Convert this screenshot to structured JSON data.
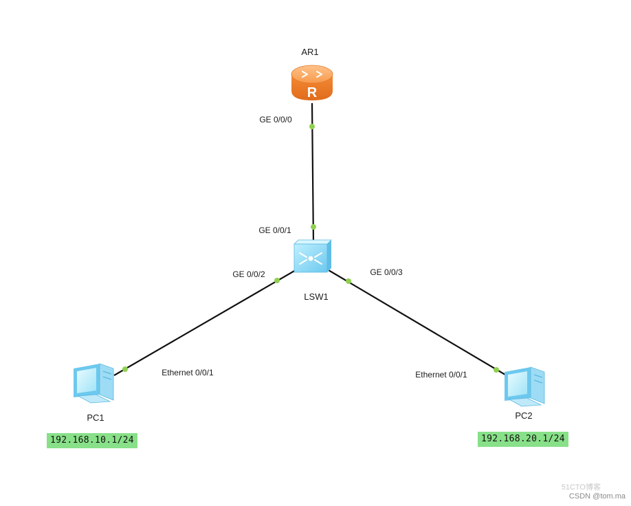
{
  "devices": {
    "router": {
      "name": "AR1"
    },
    "switch": {
      "name": "LSW1"
    },
    "pc1": {
      "name": "PC1",
      "ip": "192.168.10.1/24"
    },
    "pc2": {
      "name": "PC2",
      "ip": "192.168.20.1/24"
    }
  },
  "ports": {
    "ar1_ge000": "GE 0/0/0",
    "lsw1_ge001": "GE 0/0/1",
    "lsw1_ge002": "GE 0/0/2",
    "lsw1_ge003": "GE 0/0/3",
    "pc1_eth001": "Ethernet 0/0/1",
    "pc2_eth001": "Ethernet 0/0/1"
  },
  "watermark": {
    "main": "CSDN @tom.ma",
    "faint": "51CTO博客"
  },
  "colors": {
    "link": "#111111",
    "port_dot": "#8fd14f",
    "ip_highlight": "#88e088",
    "router": "#f0883a",
    "switch": "#7fd3f5",
    "pc": "#7fd3f5"
  },
  "icons": {
    "router": "router-icon",
    "switch": "switch-icon",
    "pc": "pc-icon"
  }
}
